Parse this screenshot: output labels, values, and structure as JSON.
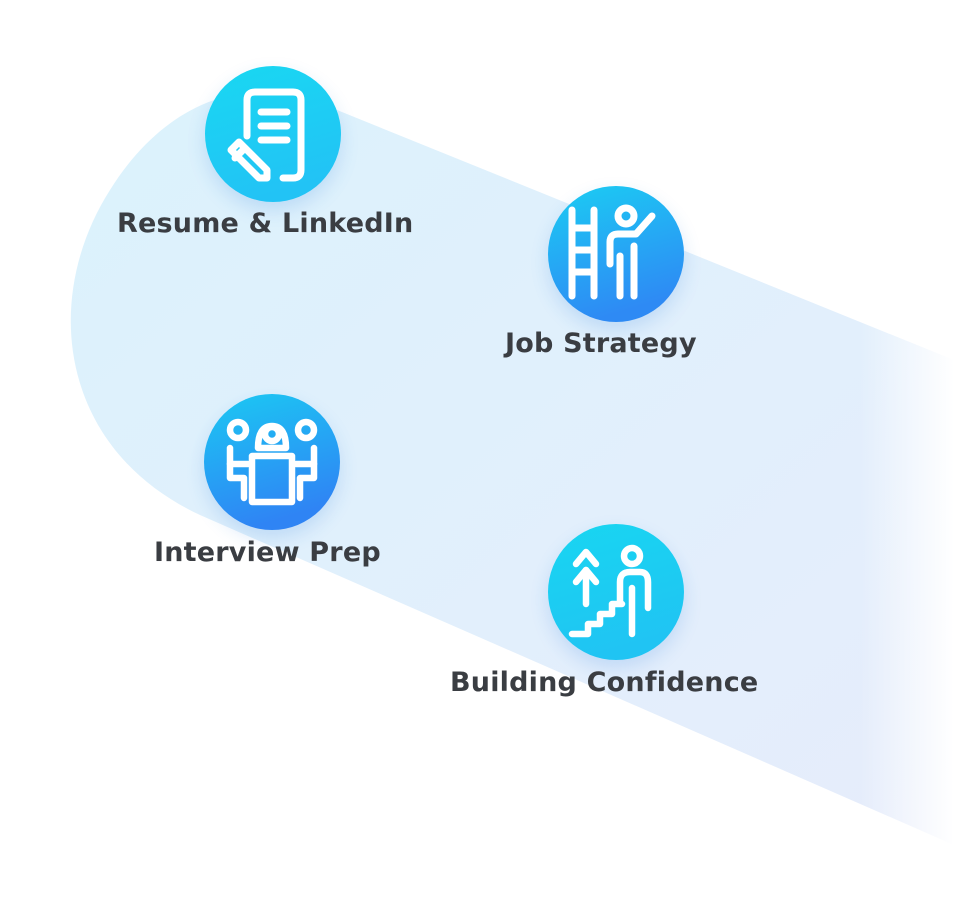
{
  "colors": {
    "band_light": "#dff3fc",
    "band_edge": "#e4ecfb",
    "icon_gradient_top": "#19d6f2",
    "icon_gradient_bottom": "#2f86f4",
    "label_text": "#3a3d42",
    "icon_stroke": "#ffffff"
  },
  "steps": [
    {
      "label": "Resume & LinkedIn",
      "icon": "resume-pencil-icon"
    },
    {
      "label": "Job Strategy",
      "icon": "ladder-person-icon"
    },
    {
      "label": "Interview Prep",
      "icon": "interview-table-icon"
    },
    {
      "label": "Building Confidence",
      "icon": "stairs-climb-icon"
    }
  ]
}
